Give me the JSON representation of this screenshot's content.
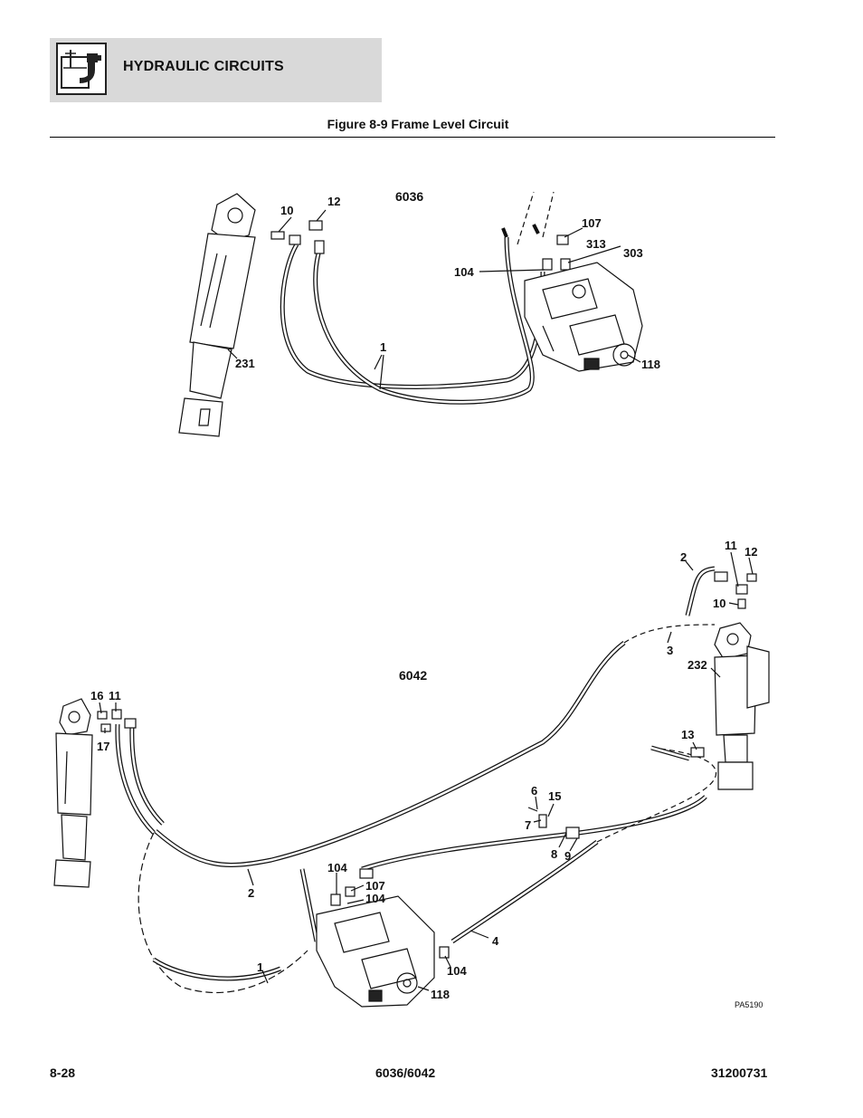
{
  "header": {
    "title": "HYDRAULIC CIRCUITS",
    "icon": "hydraulic-reservoir-icon"
  },
  "figure": {
    "title": "Figure 8-9 Frame Level Circuit",
    "drawing_code": "PA5190"
  },
  "top_diagram": {
    "model": "6036",
    "callouts": {
      "c10": "10",
      "c12": "12",
      "c107": "107",
      "c313": "313",
      "c303": "303",
      "c104": "104",
      "c1": "1",
      "c231": "231",
      "c118": "118"
    }
  },
  "bottom_diagram": {
    "model": "6042",
    "callouts": {
      "c2a": "2",
      "c11a": "11",
      "c12": "12",
      "c10": "10",
      "c3": "3",
      "c232": "232",
      "c13": "13",
      "c16": "16",
      "c11b": "11",
      "c17": "17",
      "c6": "6",
      "c15": "15",
      "c7": "7",
      "c8": "8",
      "c9": "9",
      "c104a": "104",
      "c107": "107",
      "c104b": "104",
      "c2b": "2",
      "c4": "4",
      "c1": "1",
      "c104c": "104",
      "c118": "118"
    }
  },
  "footer": {
    "page": "8-28",
    "model": "6036/6042",
    "doc_number": "31200731"
  }
}
